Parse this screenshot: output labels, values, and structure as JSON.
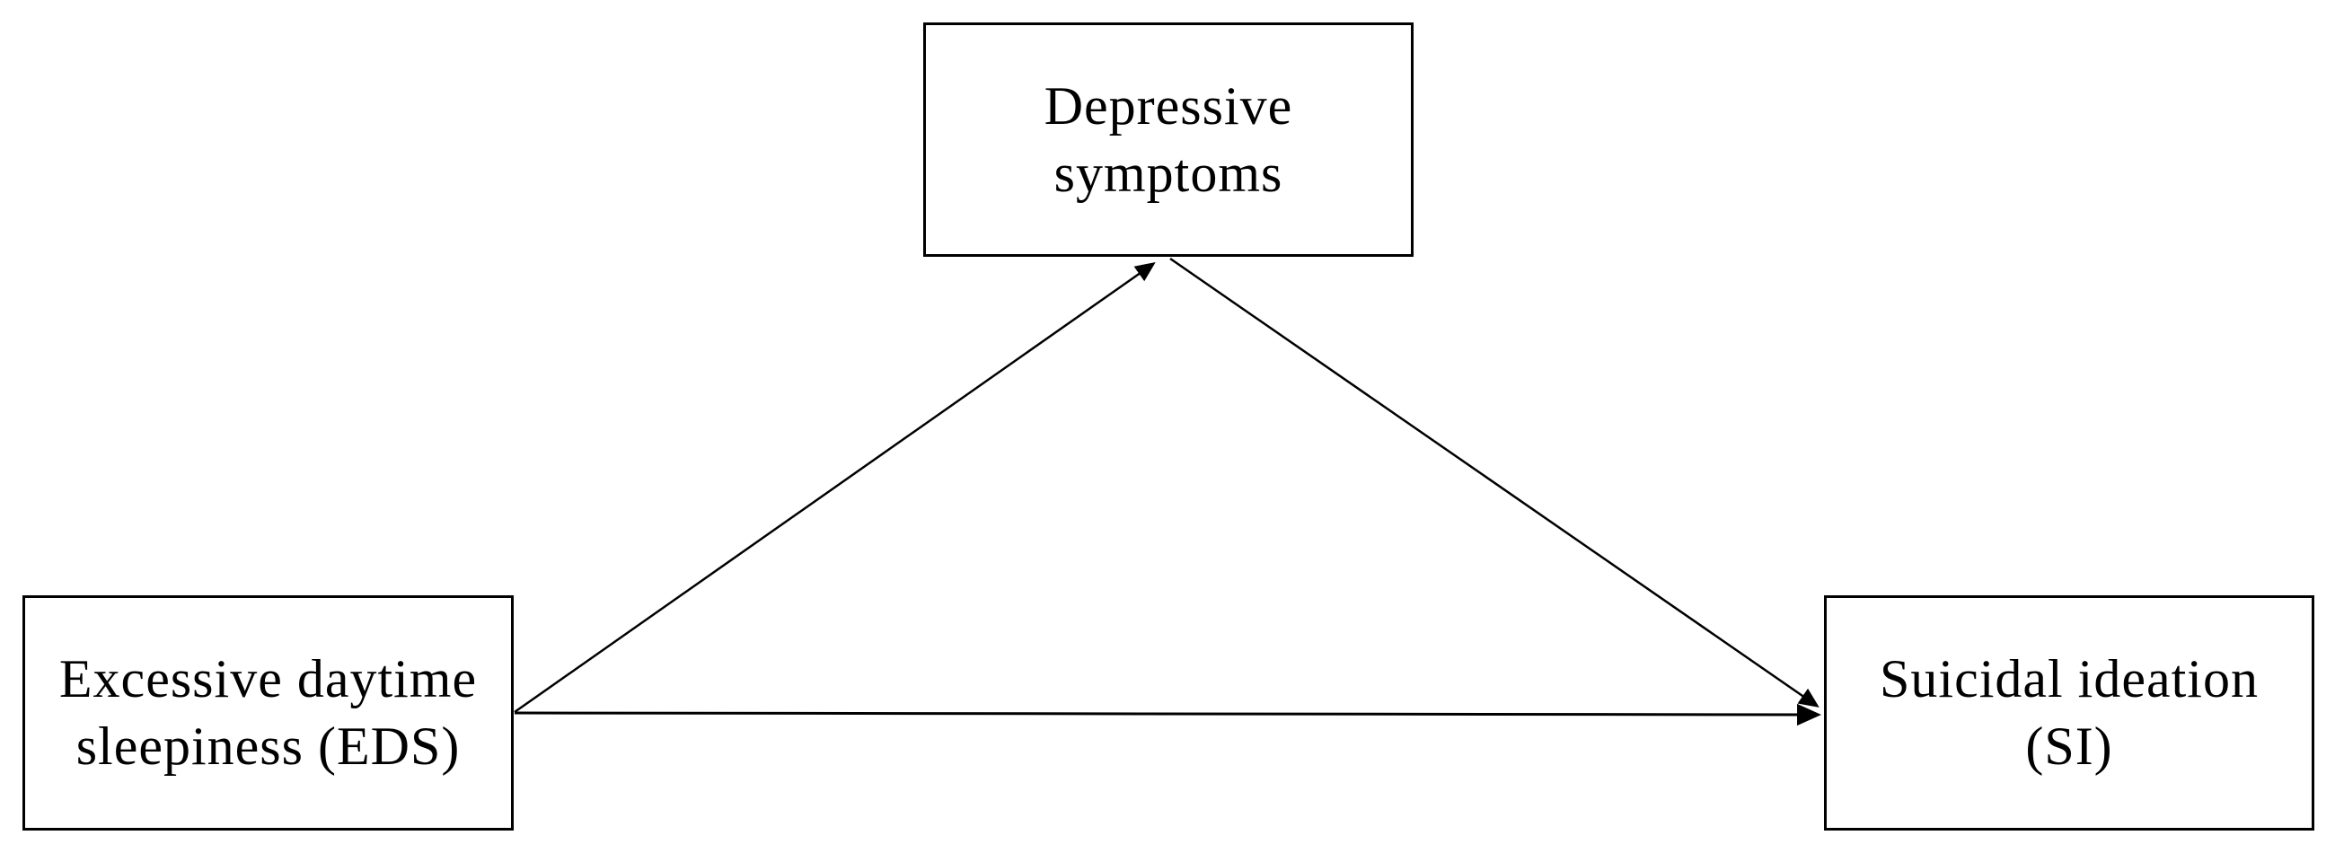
{
  "figure": {
    "type": "mediation-path-diagram",
    "background_color": "#ffffff",
    "box_border_color": "#000000",
    "text_color": "#000000",
    "arrow_color": "#000000",
    "nodes": [
      {
        "id": "eds",
        "label": "Excessive daytime sleepiness (EDS)",
        "lines": [
          "Excessive daytime",
          "sleepiness (EDS)"
        ]
      },
      {
        "id": "depressive-symptoms",
        "label": "Depressive symptoms",
        "lines": [
          "Depressive",
          "symptoms"
        ]
      },
      {
        "id": "suicidal-ideation",
        "label": "Suicidal ideation (SI)",
        "lines": [
          "Suicidal ideation",
          "(SI)"
        ]
      }
    ],
    "edges": [
      {
        "from": "Excessive daytime sleepiness (EDS)",
        "to": "Depressive symptoms",
        "style": "solid-arrow"
      },
      {
        "from": "Depressive symptoms",
        "to": "Suicidal ideation (SI)",
        "style": "solid-arrow"
      },
      {
        "from": "Excessive daytime sleepiness (EDS)",
        "to": "Suicidal ideation (SI)",
        "style": "solid-arrow"
      }
    ]
  }
}
